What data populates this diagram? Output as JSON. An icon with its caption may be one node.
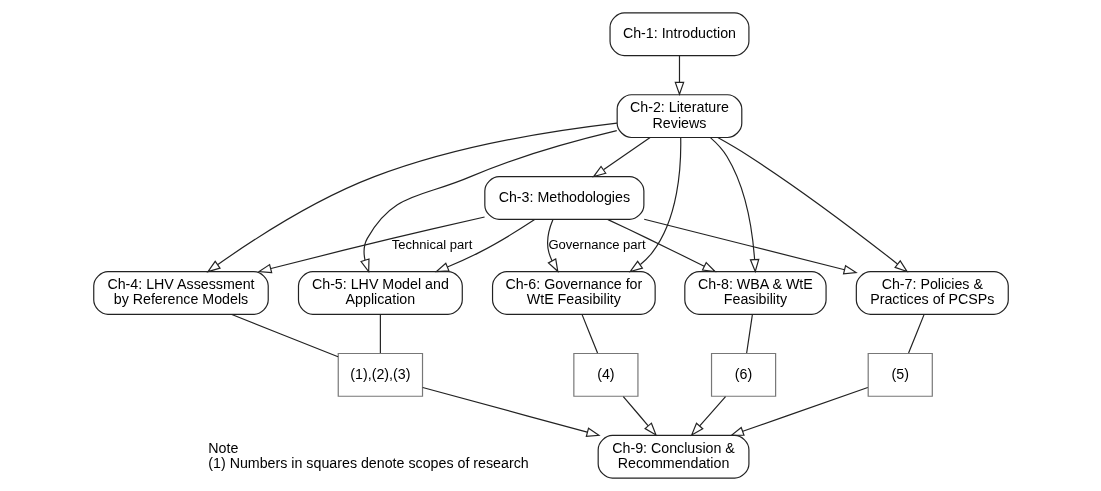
{
  "diagram": {
    "nodes": [
      {
        "text": [
          "Ch-1: Introduction"
        ]
      },
      {
        "text": [
          "Ch-2: Literature Reviews"
        ]
      },
      {
        "text": [
          "Ch-3: Methodologies"
        ]
      },
      {
        "text": [
          "Ch-4: LHV Assessment by Reference Models"
        ]
      },
      {
        "text": [
          "Ch-5: LHV Model and Application"
        ]
      },
      {
        "text": [
          "Ch-6: Governance for WtE Feasibility"
        ]
      },
      {
        "text": [
          "Ch-7: Policies & Practices of PCSPs"
        ]
      },
      {
        "text": [
          "Ch-8: WBA & WtE Feasibility"
        ]
      },
      {
        "text": [
          "(1),(2),(3)"
        ]
      },
      {
        "text": [
          "(4)"
        ]
      },
      {
        "text": [
          "(5)"
        ]
      },
      {
        "text": [
          "(6)"
        ]
      },
      {
        "text": [
          "Ch-9: Conclusion & Recommendation"
        ]
      }
    ],
    "edges": [
      {
        "from": 0,
        "to": 1,
        "arrow": "to"
      },
      {
        "from": 1,
        "to": 2,
        "arrow": "to"
      },
      {
        "from": 1,
        "to": 3,
        "arrow": "to"
      },
      {
        "from": 1,
        "to": 4,
        "arrow": "to"
      },
      {
        "from": 2,
        "to": 3,
        "arrow": "to",
        "label": "Technical part"
      },
      {
        "from": 2,
        "to": 4,
        "arrow": "to"
      },
      {
        "from": 1,
        "to": 5,
        "arrow": "to"
      },
      {
        "from": 1,
        "to": 6,
        "arrow": "to"
      },
      {
        "from": 1,
        "to": 7,
        "arrow": "to"
      },
      {
        "from": 2,
        "to": 5,
        "arrow": "to",
        "label": "Governance part"
      },
      {
        "from": 2,
        "to": 6,
        "arrow": "to"
      },
      {
        "from": 2,
        "to": 7,
        "arrow": "to"
      },
      {
        "from": 3,
        "to": 8,
        "arrow": "none"
      },
      {
        "from": 4,
        "to": 8,
        "arrow": "none"
      },
      {
        "from": 5,
        "to": 9,
        "arrow": "none"
      },
      {
        "from": 6,
        "to": 10,
        "arrow": "none"
      },
      {
        "from": 7,
        "to": 11,
        "arrow": "none"
      },
      {
        "from": 8,
        "to": 12,
        "arrow": "to"
      },
      {
        "from": 9,
        "to": 12,
        "arrow": "to"
      },
      {
        "from": 10,
        "to": 12,
        "arrow": "to"
      },
      {
        "from": 11,
        "to": 12,
        "arrow": "to"
      }
    ],
    "labels": [
      "Note",
      "(1) Numbers in squares denote scopes of research"
    ]
  }
}
